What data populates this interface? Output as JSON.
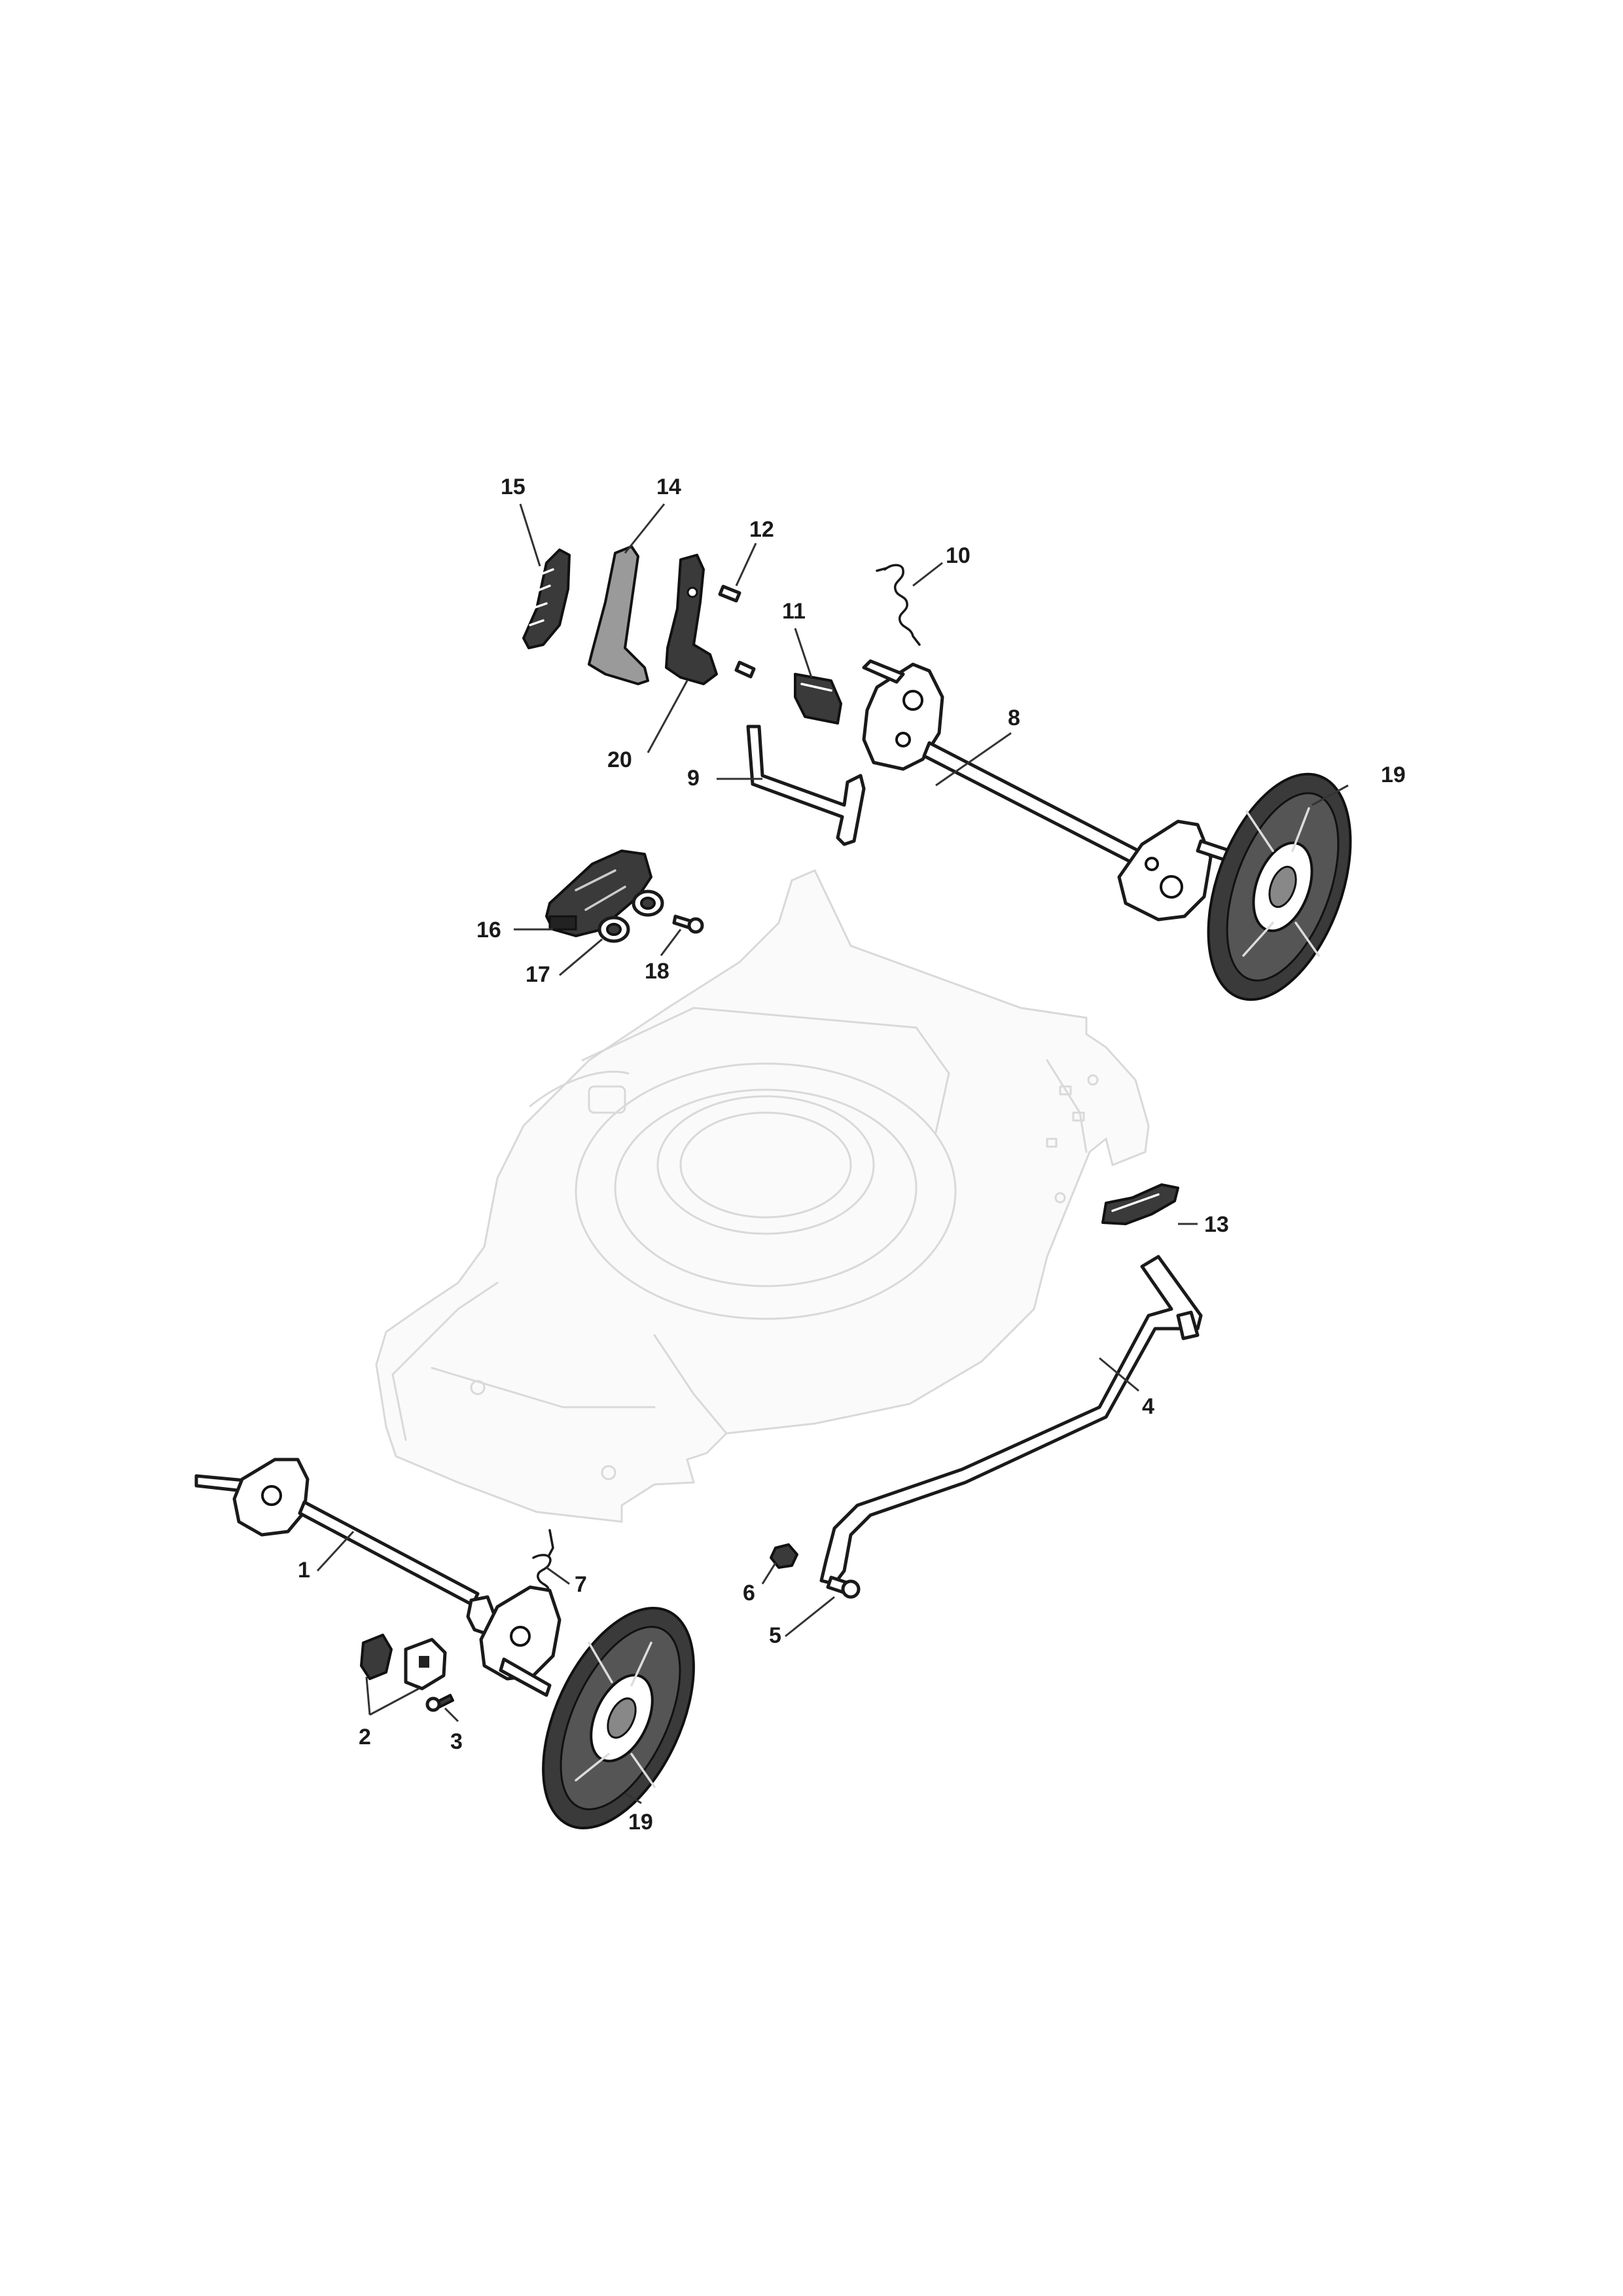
{
  "callouts": [
    {
      "id": "c1",
      "label": "1"
    },
    {
      "id": "c2",
      "label": "2"
    },
    {
      "id": "c3",
      "label": "3"
    },
    {
      "id": "c4",
      "label": "4"
    },
    {
      "id": "c5",
      "label": "5"
    },
    {
      "id": "c6",
      "label": "6"
    },
    {
      "id": "c7",
      "label": "7"
    },
    {
      "id": "c8",
      "label": "8"
    },
    {
      "id": "c9",
      "label": "9"
    },
    {
      "id": "c10",
      "label": "10"
    },
    {
      "id": "c11",
      "label": "11"
    },
    {
      "id": "c12",
      "label": "12"
    },
    {
      "id": "c13",
      "label": "13"
    },
    {
      "id": "c14",
      "label": "14"
    },
    {
      "id": "c15",
      "label": "15"
    },
    {
      "id": "c16",
      "label": "16"
    },
    {
      "id": "c17",
      "label": "17"
    },
    {
      "id": "c18",
      "label": "18"
    },
    {
      "id": "c19a",
      "label": "19"
    },
    {
      "id": "c19b",
      "label": "19"
    },
    {
      "id": "c20",
      "label": "20"
    }
  ]
}
